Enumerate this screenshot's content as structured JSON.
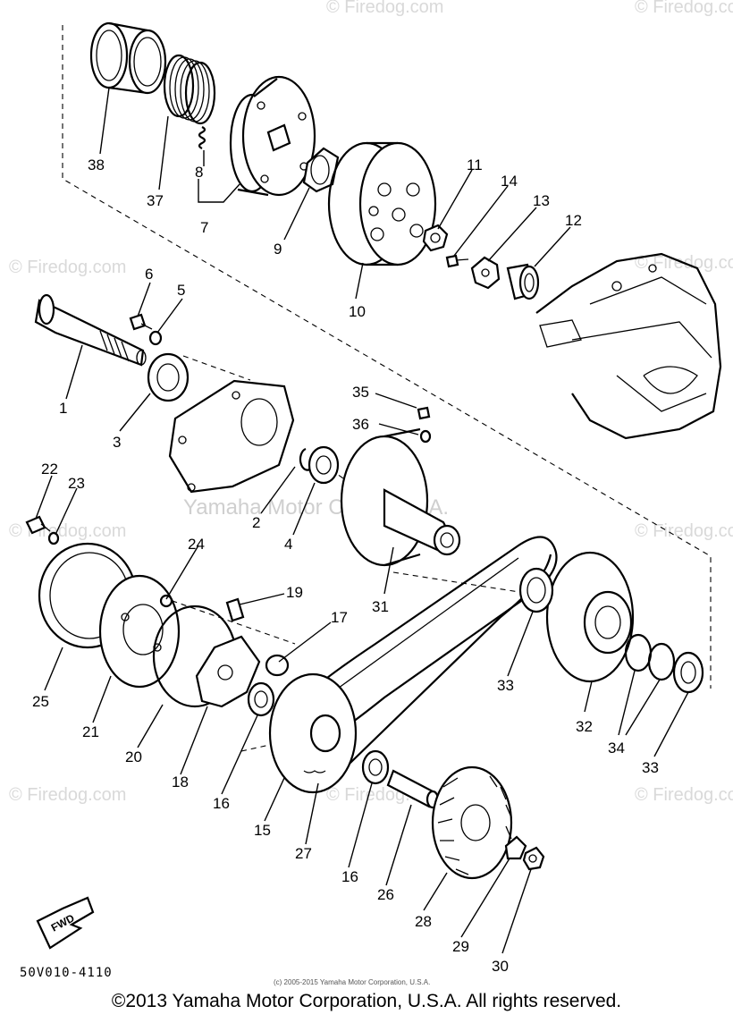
{
  "watermarks": [
    "© Firedog.com",
    "Yamaha Motor Corp. U.S.A."
  ],
  "labels": [
    "38",
    "37",
    "8",
    "7",
    "9",
    "10",
    "11",
    "14",
    "13",
    "12",
    "6",
    "5",
    "1",
    "3",
    "35",
    "36",
    "2",
    "4",
    "31",
    "22",
    "23",
    "24",
    "19",
    "17",
    "25",
    "21",
    "20",
    "18",
    "16",
    "15",
    "27",
    "33",
    "32",
    "34",
    "33",
    "16",
    "26",
    "28",
    "29",
    "30"
  ],
  "fwd_label": "FWD",
  "diagram_code": "50V010-4110",
  "small_copyright": "(c) 2005-2015 Yamaha Motor Corporation, U.S.A.",
  "footer": "©2013 Yamaha Motor Corporation, U.S.A. All rights reserved."
}
